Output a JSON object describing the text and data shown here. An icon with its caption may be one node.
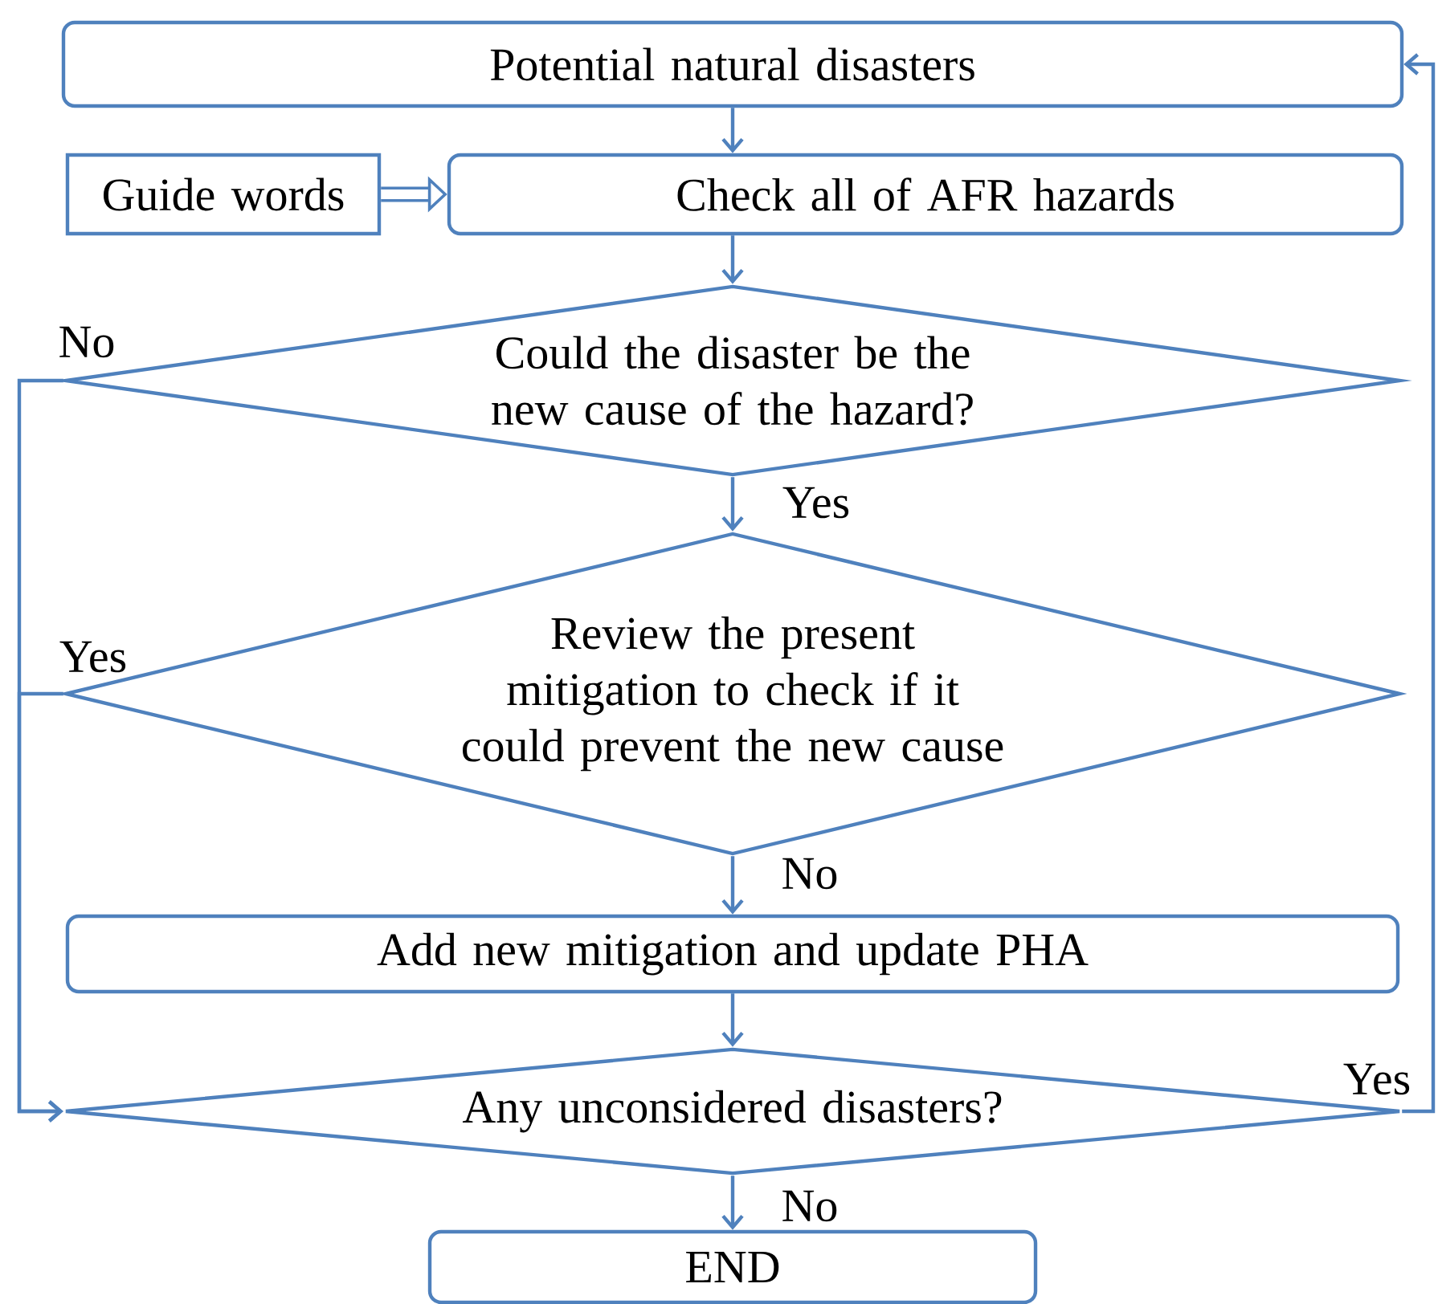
{
  "diagram": {
    "nodes": [
      {
        "text": [
          "Potential natural disasters"
        ]
      },
      {
        "text": [
          "Guide words"
        ]
      },
      {
        "text": [
          "Check all of AFR hazards"
        ]
      },
      {
        "text": [
          "Could the disaster be the new cause of the hazard?"
        ]
      },
      {
        "text": [
          "Review the present mitigation to check if it could prevent the new cause"
        ]
      },
      {
        "text": [
          "Add new mitigation and update PHA"
        ]
      },
      {
        "text": [
          "Any unconsidered disasters?"
        ]
      },
      {
        "text": [
          "END"
        ]
      }
    ],
    "edges": [
      {
        "from": 0,
        "to": 2,
        "arrow": "to"
      },
      {
        "from": 1,
        "to": 2,
        "arrow": "to",
        "style": "thick"
      },
      {
        "from": 2,
        "to": 3,
        "arrow": "to"
      },
      {
        "from": 3,
        "to": 4,
        "arrow": "to",
        "label": "Yes"
      },
      {
        "from": 4,
        "to": 5,
        "arrow": "to",
        "label": "No"
      },
      {
        "from": 5,
        "to": 6,
        "arrow": "to"
      },
      {
        "from": 6,
        "to": 7,
        "arrow": "to",
        "label": "No"
      },
      {
        "from": 3,
        "to": 6,
        "arrow": "to",
        "label": "No"
      },
      {
        "from": 4,
        "to": 6,
        "arrow": "to",
        "label": "Yes"
      },
      {
        "from": 6,
        "to": 0,
        "arrow": "to",
        "label": "Yes"
      }
    ]
  }
}
